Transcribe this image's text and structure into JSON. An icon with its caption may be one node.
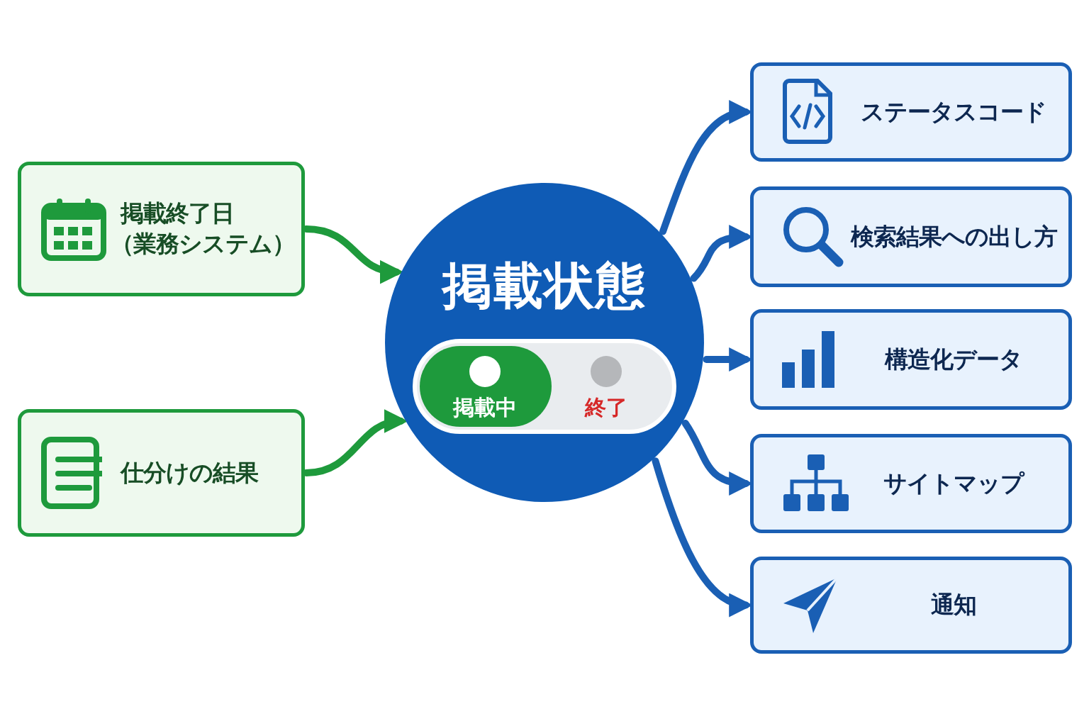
{
  "diagram": {
    "nodes": [
      {
        "text": [
          "掲載終了日",
          "（業務システム）"
        ]
      },
      {
        "text": [
          "仕分けの結果"
        ]
      },
      {
        "text": [
          "掲載状態"
        ]
      },
      {
        "text": [
          "ステータスコード"
        ]
      },
      {
        "text": [
          "検索結果への出し方"
        ]
      },
      {
        "text": [
          "構造化データ"
        ]
      },
      {
        "text": [
          "サイトマップ"
        ]
      },
      {
        "text": [
          "通知"
        ]
      }
    ],
    "edges": [
      {
        "from": 0,
        "to": 2,
        "arrow": "to",
        "color": "#1e9a3c"
      },
      {
        "from": 1,
        "to": 2,
        "arrow": "to",
        "color": "#1e9a3c"
      },
      {
        "from": 2,
        "to": 3,
        "arrow": "to"
      },
      {
        "from": 2,
        "to": 4,
        "arrow": "to"
      },
      {
        "from": 2,
        "to": 5,
        "arrow": "to"
      },
      {
        "from": 2,
        "to": 6,
        "arrow": "to"
      },
      {
        "from": 2,
        "to": 7,
        "arrow": "to"
      }
    ],
    "labels": [
      "掲載中",
      "終了"
    ]
  }
}
